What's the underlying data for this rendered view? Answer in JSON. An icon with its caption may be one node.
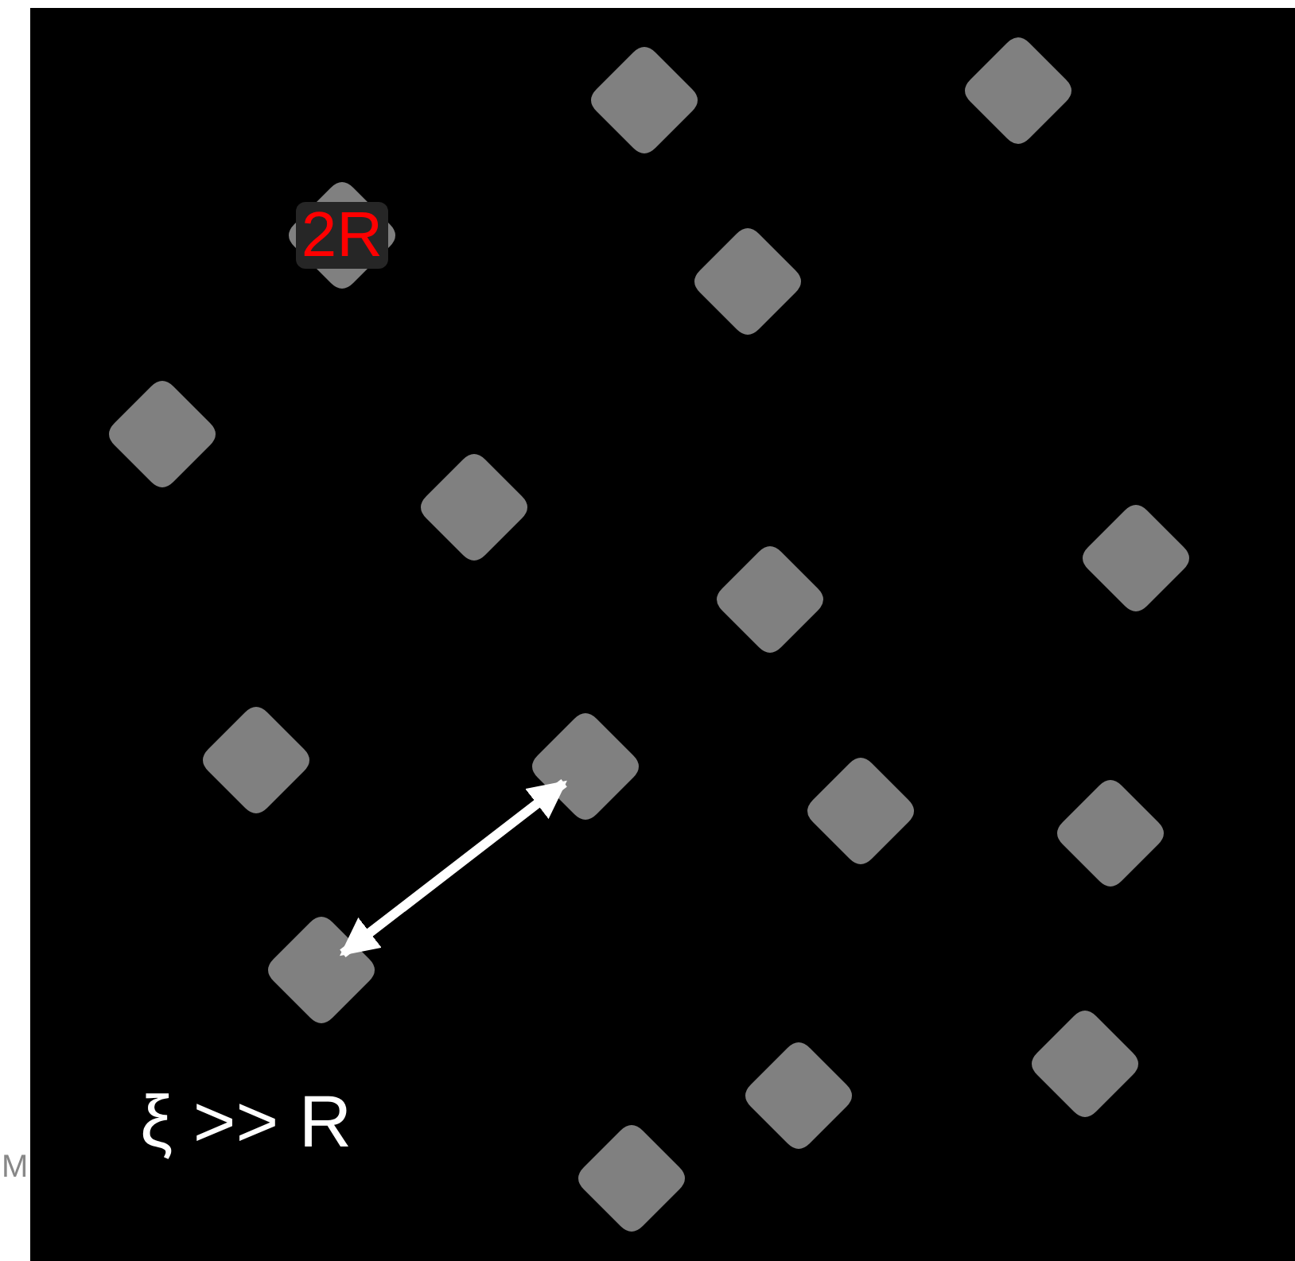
{
  "diagram": {
    "nodes": [
      {
        "text": [],
        "shape": "diamond"
      },
      {
        "text": [],
        "shape": "diamond"
      },
      {
        "text": [
          "2R"
        ]
      },
      {
        "text": [],
        "shape": "diamond"
      },
      {
        "text": [],
        "shape": "diamond"
      },
      {
        "text": [],
        "shape": "diamond"
      },
      {
        "text": [],
        "shape": "diamond"
      },
      {
        "text": [],
        "shape": "diamond"
      },
      {
        "text": [],
        "shape": "diamond"
      },
      {
        "text": [],
        "shape": "diamond"
      },
      {
        "text": [],
        "shape": "diamond"
      },
      {
        "text": [],
        "shape": "diamond"
      },
      {
        "text": [],
        "shape": "diamond"
      },
      {
        "text": [],
        "shape": "diamond"
      },
      {
        "text": [],
        "shape": "diamond"
      },
      {
        "text": [],
        "shape": "diamond"
      }
    ],
    "edges": [
      {
        "from": 9,
        "to": 12,
        "arrow": "both"
      }
    ],
    "labels": [
      "ξ >> R",
      "M"
    ]
  }
}
